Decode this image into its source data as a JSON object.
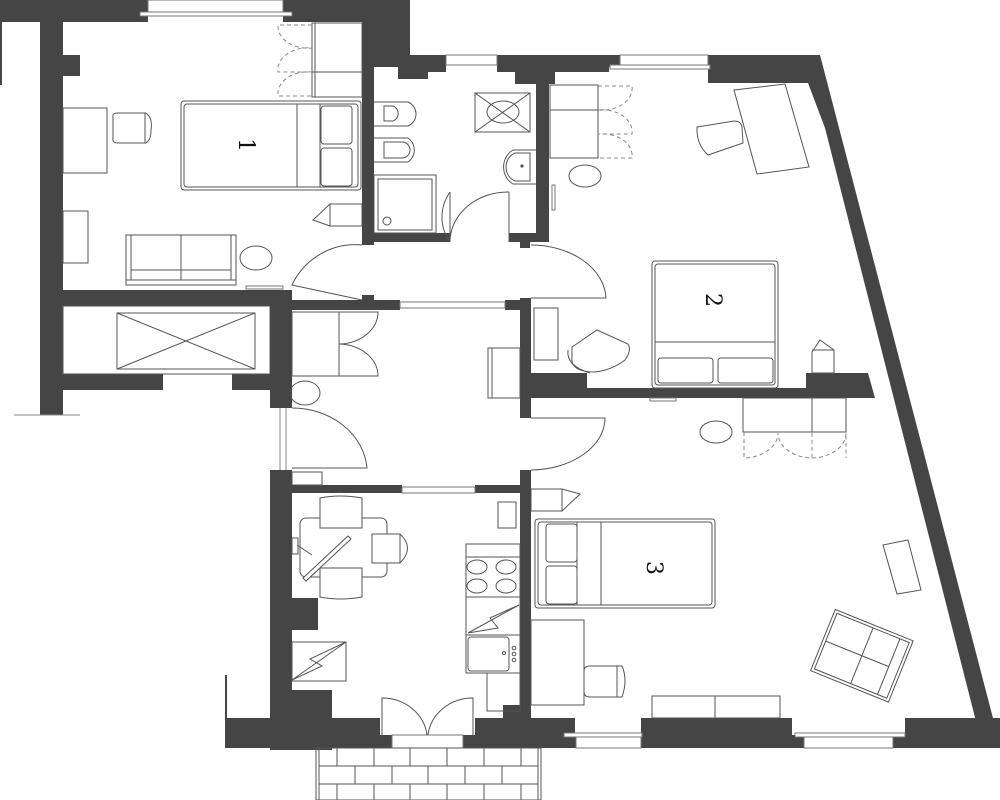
{
  "plan": {
    "type": "apartment floor plan",
    "wall_color": "#454545",
    "background": "#ffffff",
    "rooms": [
      {
        "id": "bedroom-1",
        "label": "1",
        "furniture": [
          "single-bed",
          "desk",
          "chair",
          "wardrobe",
          "sofa",
          "side-table",
          "nightstand"
        ]
      },
      {
        "id": "bathroom",
        "label": "",
        "furniture": [
          "toilet",
          "bidet",
          "shower",
          "washbasin",
          "washing-machine"
        ]
      },
      {
        "id": "bedroom-2",
        "label": "2",
        "furniture": [
          "double-bed",
          "desk",
          "chair",
          "wardrobe",
          "armchair",
          "side-table",
          "nightstand"
        ]
      },
      {
        "id": "storage",
        "label": "",
        "furniture": [
          "storage-unit"
        ]
      },
      {
        "id": "hallway",
        "label": "",
        "furniture": [
          "wardrobe",
          "coat-rack"
        ]
      },
      {
        "id": "kitchen",
        "label": "",
        "furniture": [
          "dining-table",
          "chairs",
          "stove",
          "sink",
          "refrigerator",
          "cabinet"
        ]
      },
      {
        "id": "bedroom-3",
        "label": "3",
        "furniture": [
          "single-bed",
          "desk",
          "chair",
          "wardrobe",
          "sofa",
          "side-table",
          "tv-unit",
          "nightstand"
        ]
      },
      {
        "id": "balcony",
        "label": "",
        "furniture": []
      }
    ]
  }
}
